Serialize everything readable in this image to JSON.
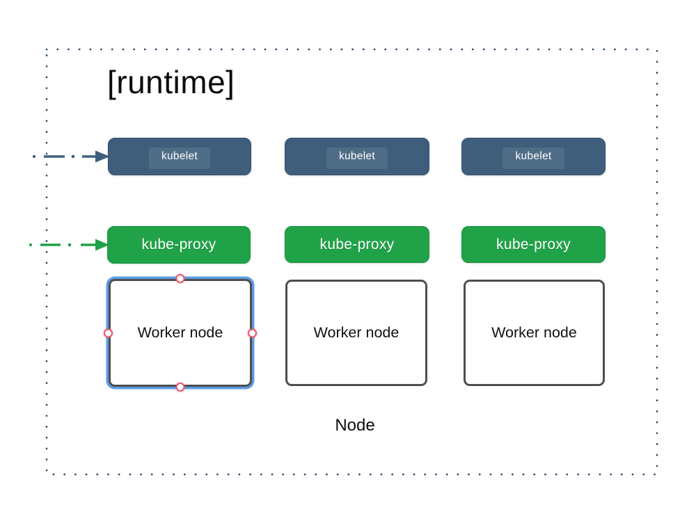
{
  "title": "[runtime]",
  "group_label": "Node",
  "rows": {
    "kubelet": {
      "labels": [
        "kubelet",
        "kubelet",
        "kubelet"
      ],
      "color": "#3e5e7c"
    },
    "kube_proxy": {
      "labels": [
        "kube-proxy",
        "kube-proxy",
        "kube-proxy"
      ],
      "color": "#20a348"
    },
    "worker": {
      "labels": [
        "Worker node",
        "Worker node",
        "Worker node"
      ],
      "selected_index": 0
    }
  },
  "arrows": [
    {
      "name": "kubelet-arrow",
      "style": "dash-dot",
      "color": "#3e5e7c"
    },
    {
      "name": "kube-proxy-arrow",
      "style": "dash-dot",
      "color": "#20a348"
    }
  ],
  "colors": {
    "kubelet_box": "#3e5e7c",
    "kube_proxy_box": "#20a348",
    "worker_border": "#4e4e4e",
    "selection_outline": "#5c9be4",
    "selection_handle": "#e15b6f",
    "dotted_border": "#2e4d6e",
    "text_on_dark": "#ffffff",
    "text_dark": "#111111"
  }
}
